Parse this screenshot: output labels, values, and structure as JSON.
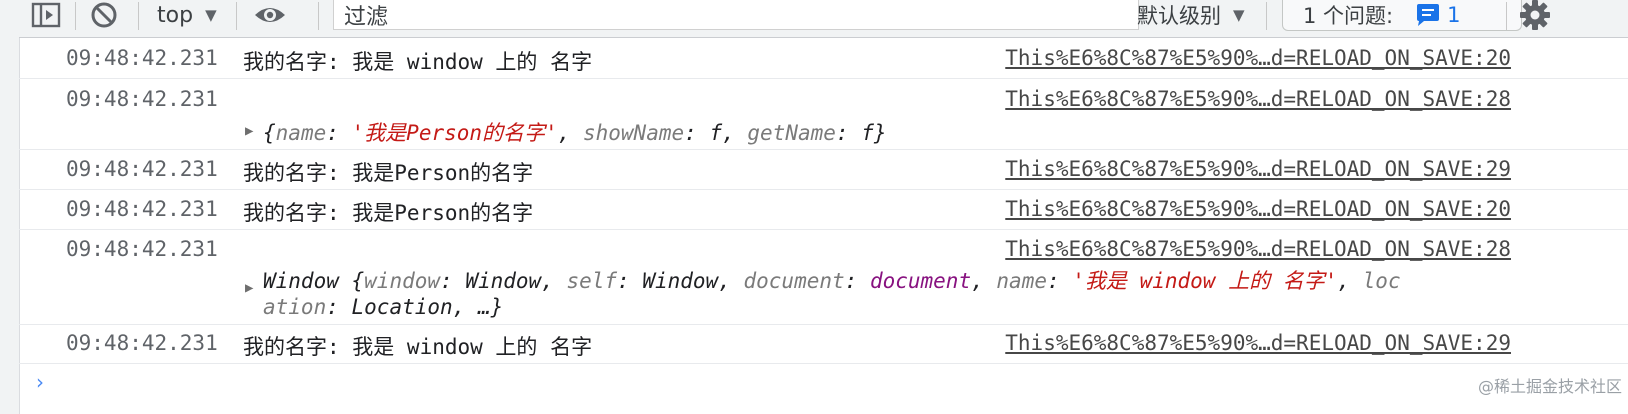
{
  "toolbar": {
    "context": "top",
    "filter_placeholder": "过滤",
    "levels": "默认级别",
    "issues_label": "1 个问题:",
    "issues_count": "1"
  },
  "logs": [
    {
      "time": "09:48:42.231",
      "message": "我的名字: 我是 window 上的 名字",
      "source": "This%E6%8C%87%E5%90%…d=RELOAD_ON_SAVE:20"
    },
    {
      "time": "09:48:42.231",
      "source": "This%E6%8C%87%E5%90%…d=RELOAD_ON_SAVE:28",
      "object": {
        "open": "{",
        "k1": "name",
        "v1": "'我是Person的名字'",
        "k2": "showName",
        "v2": "f",
        "k3": "getName",
        "v3": "f",
        "close": "}"
      }
    },
    {
      "time": "09:48:42.231",
      "message": "我的名字: 我是Person的名字",
      "source": "This%E6%8C%87%E5%90%…d=RELOAD_ON_SAVE:29"
    },
    {
      "time": "09:48:42.231",
      "message": "我的名字: 我是Person的名字",
      "source": "This%E6%8C%87%E5%90%…d=RELOAD_ON_SAVE:20"
    },
    {
      "time": "09:48:42.231",
      "source": "This%E6%8C%87%E5%90%…d=RELOAD_ON_SAVE:28",
      "window": {
        "head": "Window {",
        "k1": "window",
        "v1": "Window",
        "k2": "self",
        "v2": "Window",
        "k3": "document",
        "v3": "document",
        "k4": "name",
        "v4": "'我是 window 上的 名字'",
        "k5a": "loc",
        "k5b": "ation",
        "v5": "Location",
        "tail": "…}"
      }
    },
    {
      "time": "09:48:42.231",
      "message": "我的名字: 我是 window 上的 名字",
      "source": "This%E6%8C%87%E5%90%…d=RELOAD_ON_SAVE:29"
    }
  ],
  "prompt": "›",
  "watermark": "@稀土掘金技术社区"
}
